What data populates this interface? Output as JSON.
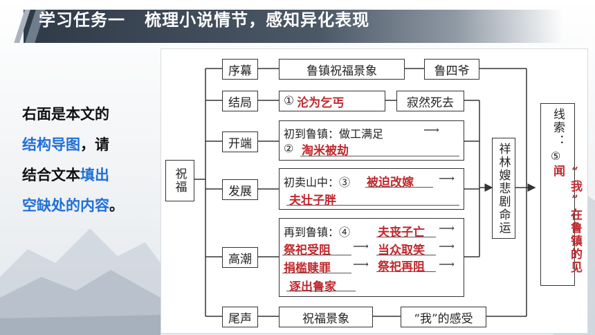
{
  "title": "学习任务一   梳理小说情节，感知异化表现",
  "left_text": {
    "p1": "右面是本文的",
    "p2_blue": "结构导图",
    "p2": "，请",
    "p3": "结合文本",
    "p3_blue": "填出",
    "p4_blue": "空缺处的内容",
    "p4": "。"
  },
  "diagram": {
    "root": "祝福",
    "sections": {
      "prologue": "序幕",
      "ending": "结局",
      "beginning": "开端",
      "development": "发展",
      "climax": "高潮",
      "epilogue": "尾声"
    },
    "prologue_items": [
      "鲁镇祝福景象",
      "鲁四爷"
    ],
    "ending_items": {
      "num": "①",
      "answer": "沦为乞丐",
      "result": "寂然死去"
    },
    "beginning": {
      "line1": "初到鲁镇：做工满足",
      "num": "②",
      "answer": "淘米被劫"
    },
    "development": {
      "line1": "初卖山中：③",
      "answer1": "被迫改嫁",
      "answer2": "夫壮子胖"
    },
    "climax": {
      "line1": "再到鲁镇：④",
      "answer1": "夫丧子亡",
      "answer2": "祭祀受阻",
      "answer3": "当众取笑",
      "answer4": "捐槛赎罪",
      "answer5": "祭祀再阻",
      "answer6": "逐出鲁家"
    },
    "epilogue_items": [
      "祝福景象",
      "“我”的感受"
    ],
    "tragedy": "祥林嫂悲剧命运",
    "clue_label": "线索：",
    "clue_num": "⑤",
    "clue_answer": "“我”在鲁镇的见闻"
  },
  "colors": {
    "accent_blue": "#1f6fd6",
    "answer_red": "#c0282d",
    "title_bar": "#2f3a47"
  }
}
